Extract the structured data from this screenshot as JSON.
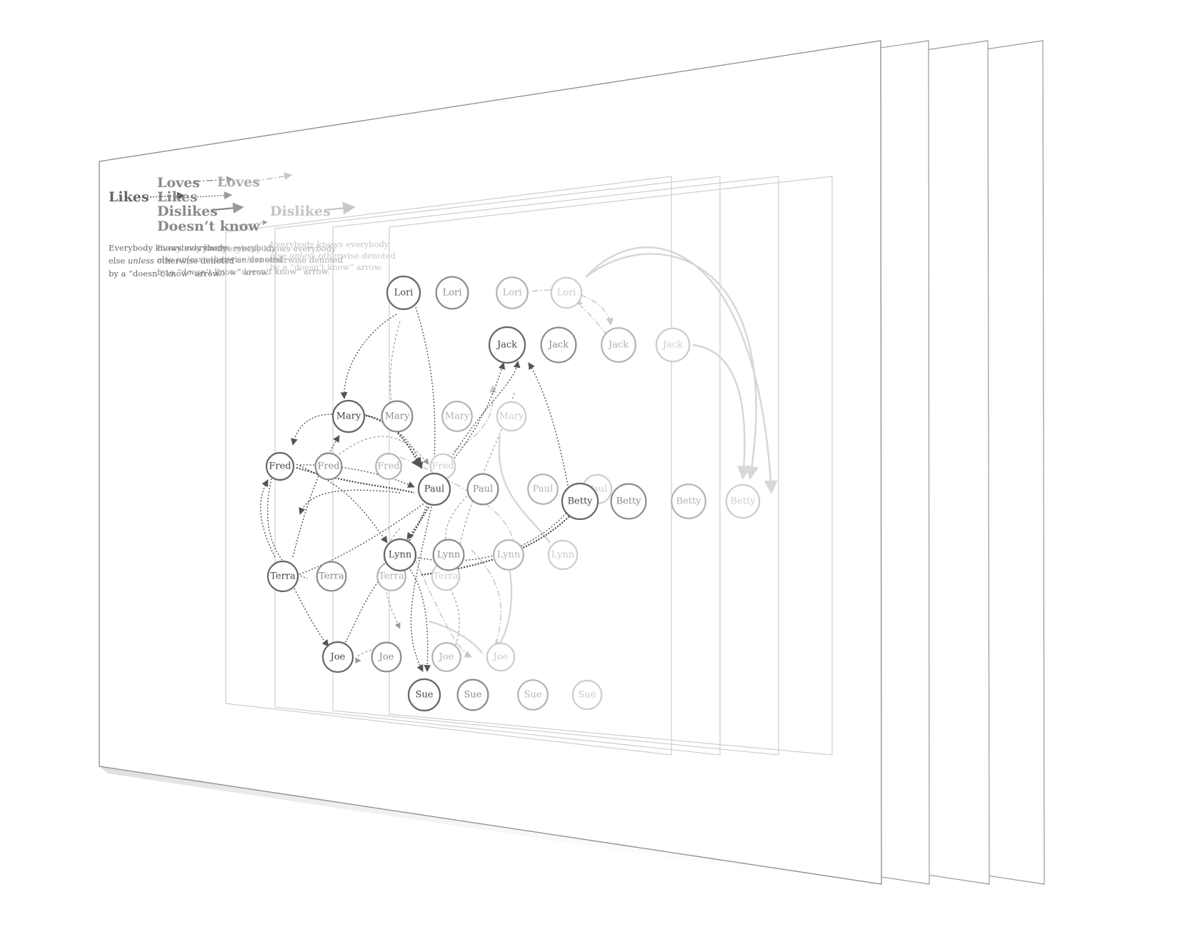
{
  "legend": {
    "loves": "Loves",
    "likes": "Likes",
    "dislikes": "Dislikes",
    "doesnt_know": "Doesn’t know"
  },
  "note": {
    "line1": "Everybody knows everybody",
    "line2_a": "else ",
    "line2_unless": "unless",
    "line2_b": " otherwise denoted",
    "line3": "by a “doesn’t know” arrow."
  },
  "layers": [
    {
      "name": "likes",
      "title": "Likes",
      "shade": "#666666"
    },
    {
      "name": "loves",
      "title": "Loves",
      "shade": "#8c8c8c"
    },
    {
      "name": "dislikes",
      "title": "Dislikes",
      "shade": "#b3b3b3"
    },
    {
      "name": "doesnt-know",
      "title": "Doesn’t know",
      "shade": "#cccccc"
    }
  ],
  "people": [
    "Lori",
    "Jack",
    "Mary",
    "Fred",
    "Paul",
    "Betty",
    "Lynn",
    "Terra",
    "Joe",
    "Sue"
  ],
  "colors": {
    "panel_edge": "#9a9a9a",
    "panel_fill": "#ffffff",
    "shadow": "#d0d0d0"
  }
}
